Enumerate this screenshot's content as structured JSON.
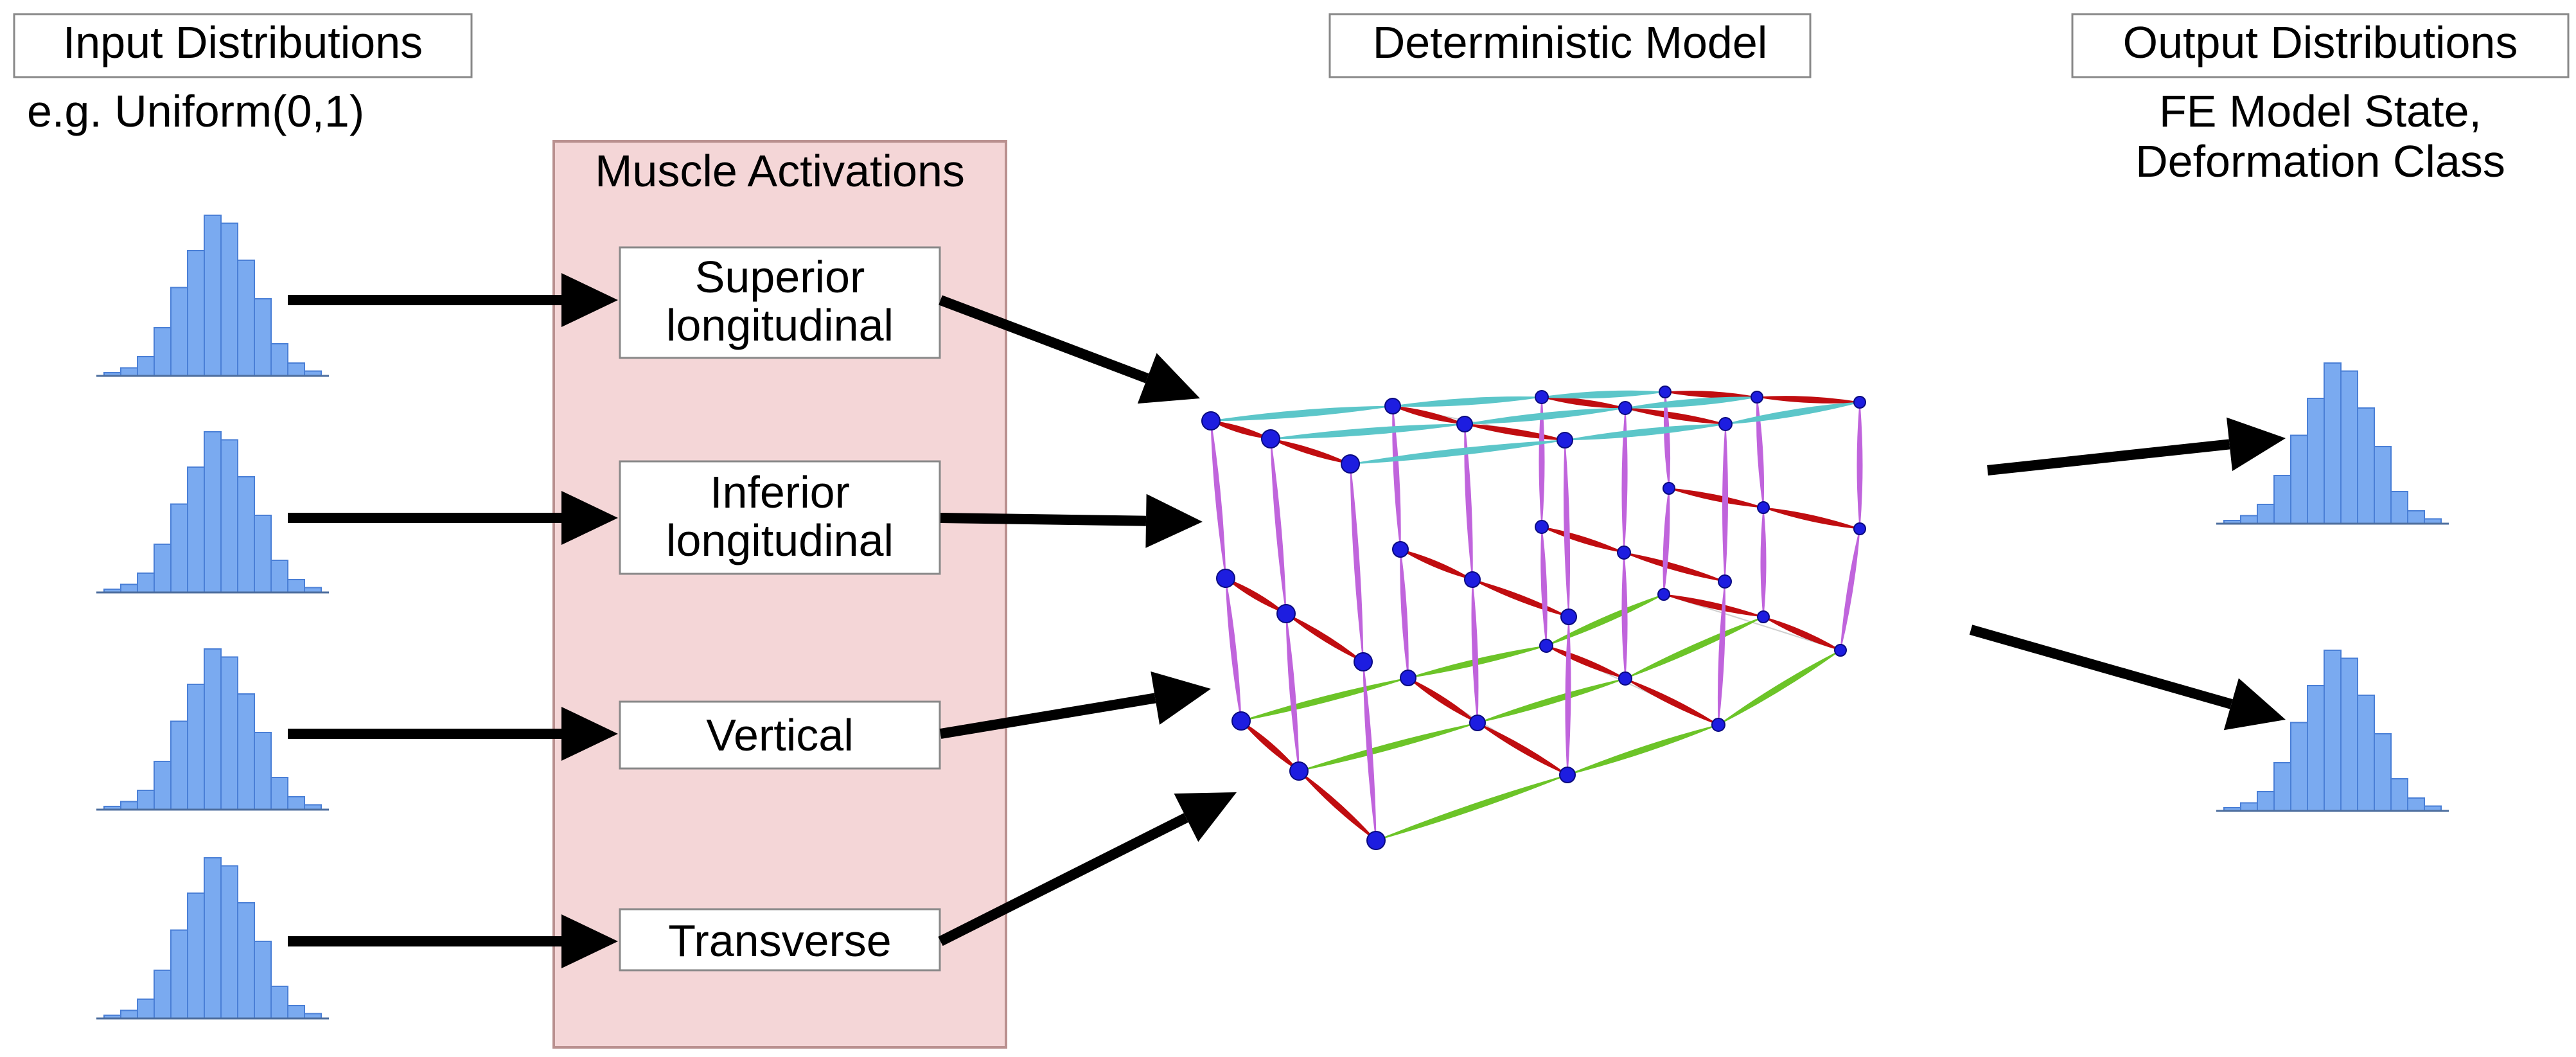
{
  "input": {
    "title": "Input Distributions",
    "subtitle": "e.g. Uniform(0,1)"
  },
  "activations": {
    "title": "Muscle Activations",
    "muscles": [
      {
        "lines": [
          "Superior",
          "longitudinal"
        ]
      },
      {
        "lines": [
          "Inferior",
          "longitudinal"
        ]
      },
      {
        "lines": [
          "Vertical"
        ]
      },
      {
        "lines": [
          "Transverse"
        ]
      }
    ]
  },
  "model": {
    "title": "Deterministic Model"
  },
  "output": {
    "title": "Output Distributions",
    "subtitle_lines": [
      "FE Model State,",
      "Deformation Class"
    ]
  },
  "colors": {
    "histogram_fill": "#7aaaf0",
    "histogram_stroke": "#4a7fd6",
    "activation_panel": "#f4d6d7",
    "activation_panel_border": "#b9908f",
    "node": "#1d1de0",
    "fiber_superior": "#5cc6c9",
    "fiber_transverse": "#c00d10",
    "fiber_vertical": "#c064dc",
    "fiber_inferior": "#6cc428",
    "arrow": "#000000"
  },
  "histogram_shape": [
    0.02,
    0.05,
    0.12,
    0.3,
    0.55,
    0.78,
    1.0,
    0.95,
    0.72,
    0.48,
    0.2,
    0.08,
    0.03
  ],
  "icons": [
    "histogram-icon",
    "arrow-icon",
    "fem-mesh-icon"
  ]
}
